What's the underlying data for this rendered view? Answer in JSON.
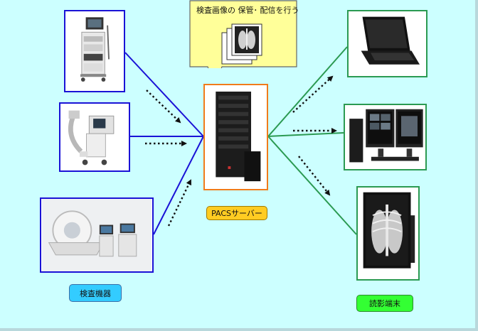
{
  "callout": {
    "text": "検査画像の 保管･ 配信を行う"
  },
  "labels": {
    "server": "PACSサーバー",
    "modalities": "検査機器",
    "viewers": "読影端末"
  },
  "images": {
    "modality_1": "endoscopy-system-image",
    "modality_2": "c-arm-xray-image",
    "modality_3": "ct-scanner-image",
    "server": "server-rack-image",
    "viewer_1": "laptop-image",
    "viewer_2": "dual-monitor-workstation-image",
    "viewer_3": "chest-xray-monitor-image"
  },
  "colors": {
    "background": "#ccffff",
    "modality_frame": "#1a12d6",
    "viewer_frame": "#2b9a52",
    "server_frame": "#f07b1a",
    "callout_fill": "#ffff99",
    "pacs_label": "#ffcc22",
    "modality_label": "#33ccff",
    "viewer_label": "#33ff33"
  }
}
